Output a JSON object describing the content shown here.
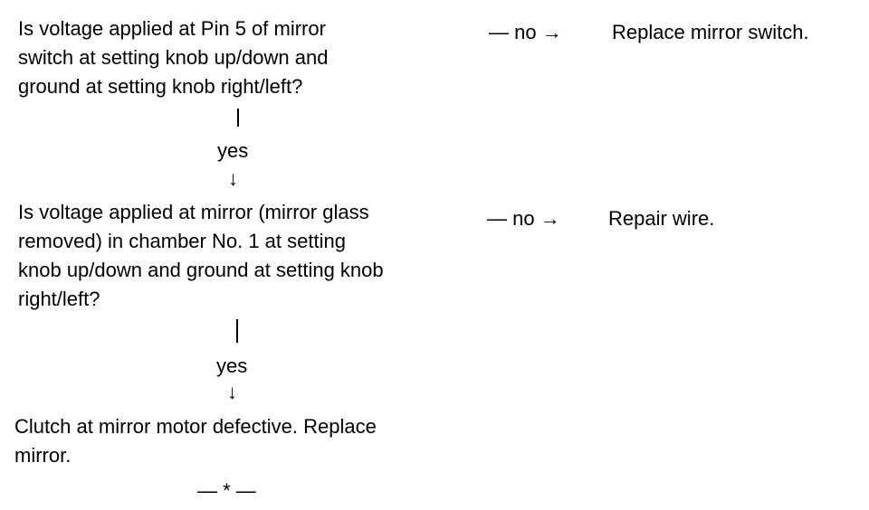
{
  "steps": [
    {
      "question": "Is voltage applied at Pin 5 of mirror\nswitch at setting knob up/down and\nground at setting knob right/left?",
      "no_label": "— no →",
      "no_result": "Replace mirror switch.",
      "yes_label": "yes",
      "arrow": "↓"
    },
    {
      "question": "Is voltage applied at mirror (mirror glass\nremoved) in chamber No. 1 at setting\nknob up/down and ground at setting knob\nright/left?",
      "no_label": "— no →",
      "no_result": "Repair wire.",
      "yes_label": "yes",
      "arrow": "↓"
    }
  ],
  "final_result": "Clutch at mirror motor defective. Replace\nmirror.",
  "end_mark": "— * —"
}
